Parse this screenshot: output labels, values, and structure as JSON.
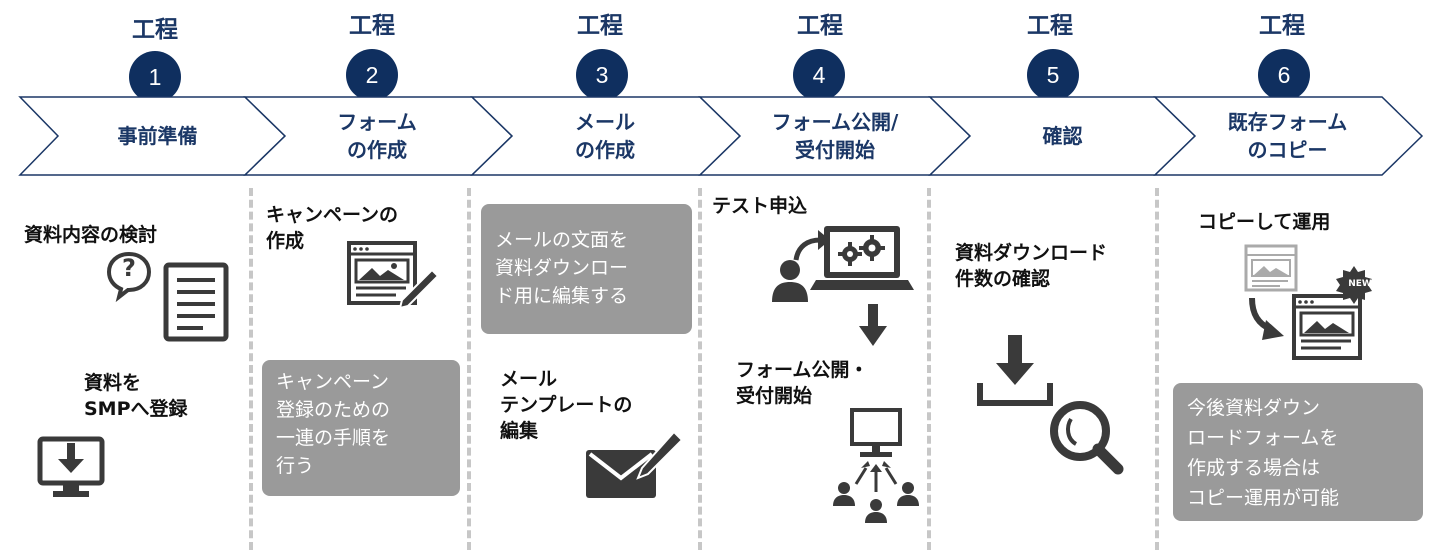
{
  "steps": [
    {
      "label": "工程",
      "number": "1",
      "title_lines": [
        "事前準備"
      ]
    },
    {
      "label": "工程",
      "number": "2",
      "title_lines": [
        "フォーム",
        "の作成"
      ]
    },
    {
      "label": "工程",
      "number": "3",
      "title_lines": [
        "メール",
        "の作成"
      ]
    },
    {
      "label": "工程",
      "number": "4",
      "title_lines": [
        "フォーム公開/",
        "受付開始"
      ]
    },
    {
      "label": "工程",
      "number": "5",
      "title_lines": [
        "確認"
      ]
    },
    {
      "label": "工程",
      "number": "6",
      "title_lines": [
        "既存フォーム",
        "のコピー"
      ]
    }
  ],
  "col1": {
    "task1": "資料内容の検討",
    "task2_lines": [
      "資料を",
      "SMPへ登録"
    ],
    "question_mark": "?"
  },
  "col2": {
    "task1_lines": [
      "キャンペーンの",
      "作成"
    ],
    "note_lines": [
      "キャンペーン",
      "登録のための",
      "一連の手順を",
      "行う"
    ]
  },
  "col3": {
    "note_lines": [
      "メールの文面を",
      "資料ダウンロー",
      "ド用に編集する"
    ],
    "task1_lines": [
      "メール",
      "テンプレートの",
      "編集"
    ]
  },
  "col4": {
    "task1": "テスト申込",
    "task2_lines": [
      "フォーム公開・",
      "受付開始"
    ]
  },
  "col5": {
    "task1_lines": [
      "資料ダウンロード",
      "件数の確認"
    ]
  },
  "col6": {
    "task1": "コピーして運用",
    "new_badge": "NEW",
    "note_lines": [
      "今後資料ダウン",
      "ロードフォームを",
      "作成する場合は",
      "コピー運用が可能"
    ]
  },
  "colors": {
    "navy": "#0f2f5f",
    "heading": "#1b3766",
    "icon": "#3a3a3a",
    "note_bg": "#9a9a9a",
    "divider": "#c7c7c7"
  }
}
